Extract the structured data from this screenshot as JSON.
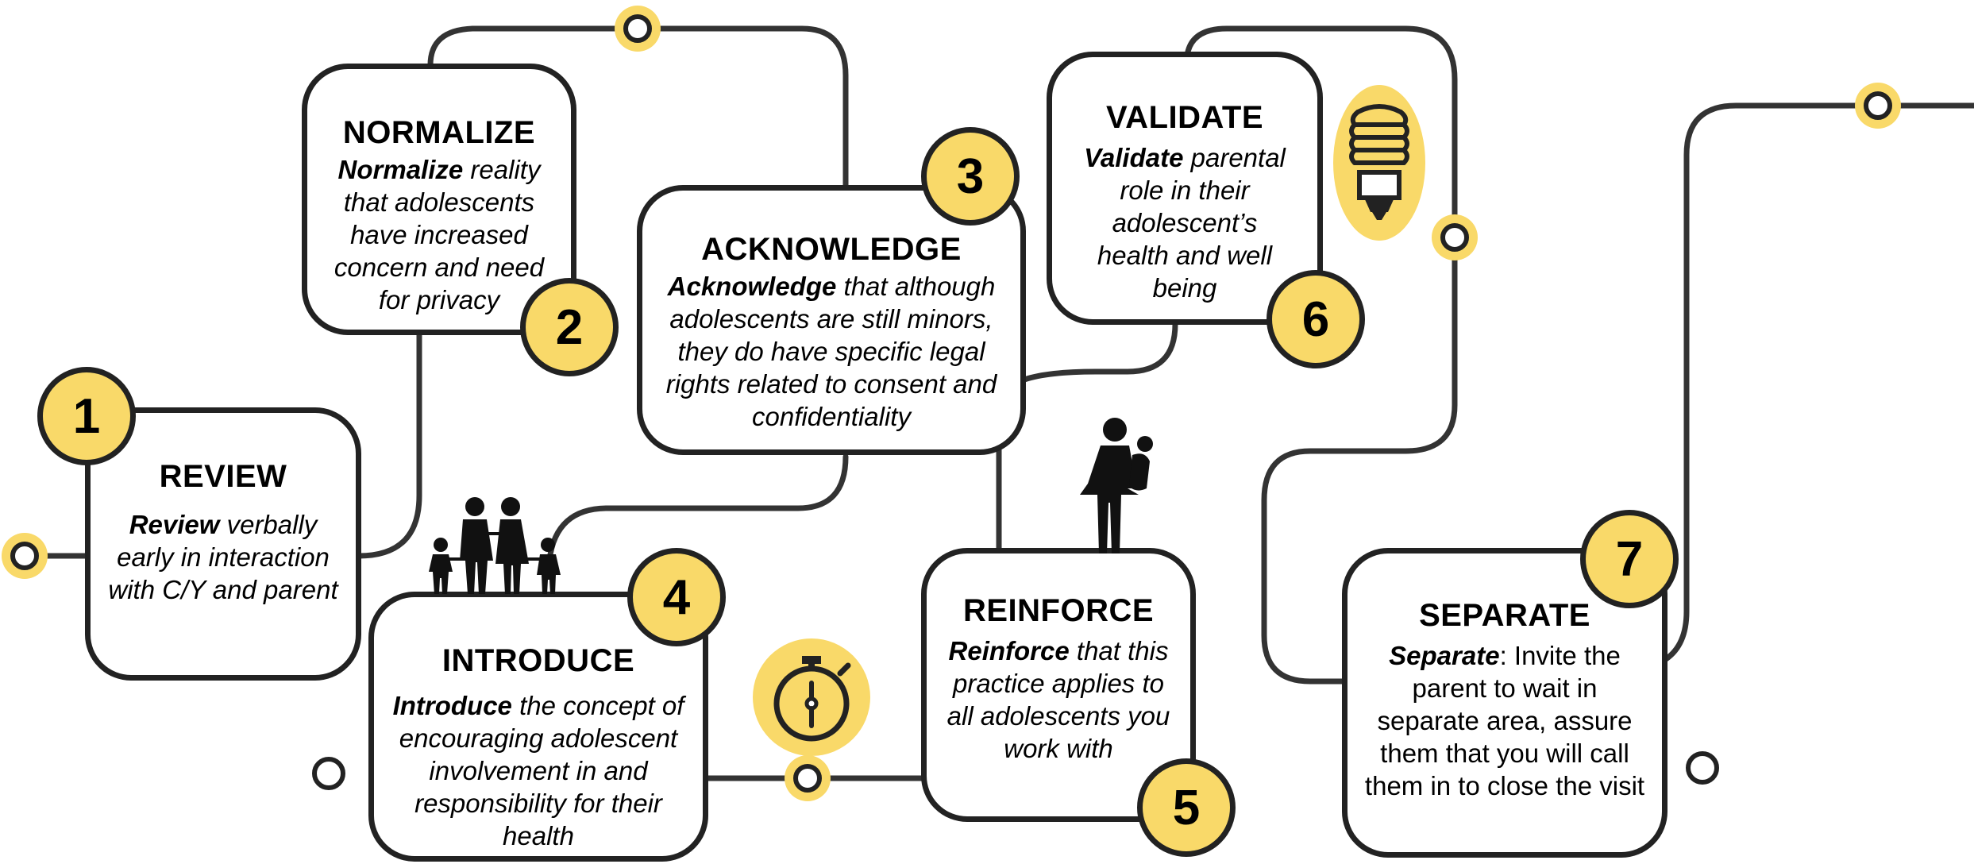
{
  "colors": {
    "accent": "#f9d969",
    "stroke": "#222222",
    "background": "#ffffff"
  },
  "steps": [
    {
      "number": "1",
      "title": "REVIEW",
      "keyword": "Review",
      "text": " verbally early in interaction with C/Y and parent"
    },
    {
      "number": "2",
      "title": "NORMALIZE",
      "keyword": "Normalize",
      "text": " reality that adolescents have increased concern and need for privacy"
    },
    {
      "number": "3",
      "title": "ACKNOWLEDGE",
      "keyword": "Acknowledge",
      "text": " that although adolescents are still minors, they do have specific legal rights related to consent and confidentiality"
    },
    {
      "number": "4",
      "title": "INTRODUCE",
      "keyword": "Introduce",
      "text": " the concept of encouraging adolescent involvement in and responsibility for their health"
    },
    {
      "number": "5",
      "title": "REINFORCE",
      "keyword": "Reinforce",
      "text": " that this practice applies to all adolescents you work with"
    },
    {
      "number": "6",
      "title": "VALIDATE",
      "keyword": "Validate",
      "text": " parental role in their adolescent’s health and well being"
    },
    {
      "number": "7",
      "title": "SEPARATE",
      "keyword": "Separate",
      "text": ": Invite the parent to wait in separate area, assure them that you will call them in to close the visit"
    }
  ],
  "icons": [
    "family-icon",
    "stopwatch-icon",
    "parent-with-child-icon",
    "lightbulb-icon"
  ]
}
